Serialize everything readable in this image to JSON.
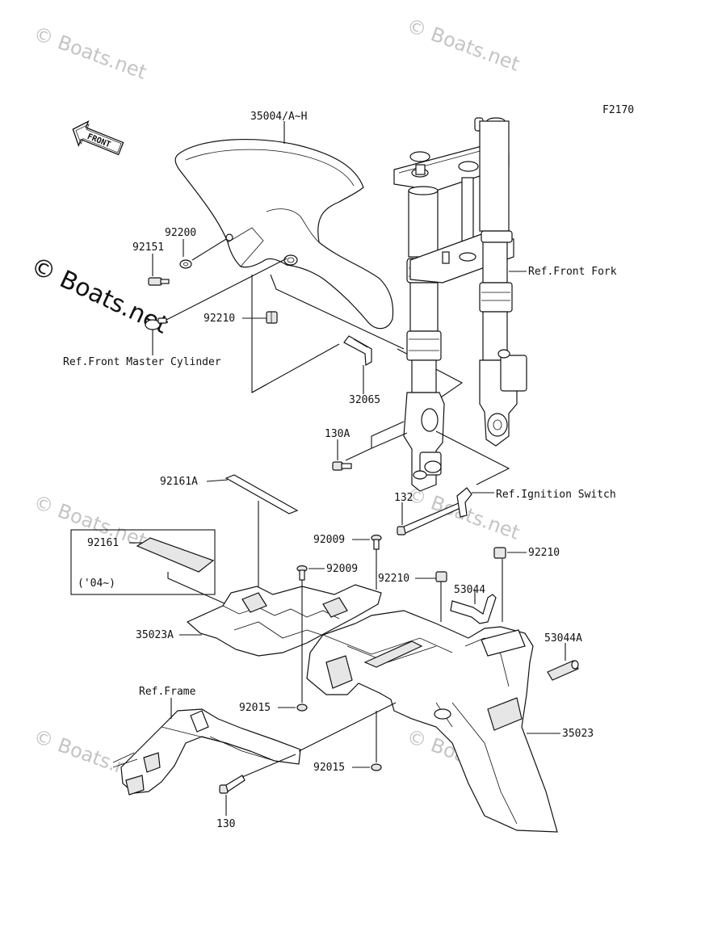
{
  "watermark": {
    "text": "© Boats.net"
  },
  "figure_code": "F2170",
  "front_arrow": {
    "label": "FRONT",
    "icon": "front-direction-arrow-icon"
  },
  "labels": {
    "p35004": "35004/A~H",
    "p92200": "92200",
    "p92151": "92151",
    "p92210a": "92210",
    "ref_front_master_cylinder": "Ref.Front Master Cylinder",
    "ref_front_fork": "Ref.Front Fork",
    "p32065": "32065",
    "p130A": "130A",
    "p92161A": "92161A",
    "p132": "132",
    "ref_ignition_switch": "Ref.Ignition Switch",
    "p92161": "92161",
    "year_note": "('04~)",
    "p92009a": "92009",
    "p92009b": "92009",
    "p92210b": "92210",
    "p92210c": "92210",
    "p53044": "53044",
    "p53044A": "53044A",
    "p35023A": "35023A",
    "ref_frame": "Ref.Frame",
    "p92015a": "92015",
    "p92015b": "92015",
    "p35023": "35023",
    "p130": "130"
  }
}
